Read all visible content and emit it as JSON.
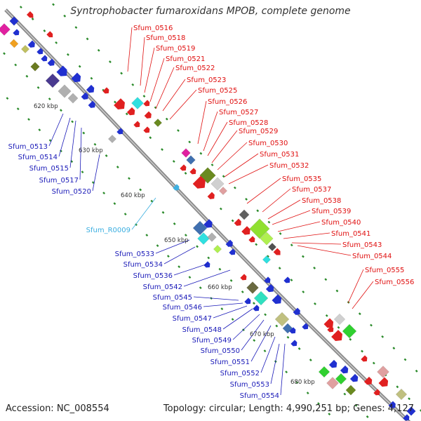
{
  "title": "Syntrophobacter fumaroxidans MPOB, complete genome",
  "accession": "Accession: NC_008554",
  "summary": "Topology: circular; Length: 4,990,251 bp; Genes: 4,127",
  "colors": {
    "backbone": "#8a8a8a",
    "label_red": "#e01010",
    "label_blue": "#1a1ab8",
    "label_cyan": "#3aaee0",
    "tick": "#2a8a2a"
  },
  "kbp_ticks": [
    "620 kbp",
    "630 kbp",
    "640 kbp",
    "650 kbp",
    "660 kbp",
    "670 kbp",
    "680 kbp"
  ],
  "red_labels": [
    "Sfum_0516",
    "Sfum_0518",
    "Sfum_0519",
    "Sfum_0521",
    "Sfum_0522",
    "Sfum_0523",
    "Sfum_0525",
    "Sfum_0526",
    "Sfum_0527",
    "Sfum_0528",
    "Sfum_0529",
    "Sfum_0530",
    "Sfum_0531",
    "Sfum_0532",
    "Sfum_0535",
    "Sfum_0537",
    "Sfum_0538",
    "Sfum_0539",
    "Sfum_0540",
    "Sfum_0541",
    "Sfum_0543",
    "Sfum_0544",
    "Sfum_0555",
    "Sfum_0556"
  ],
  "blue_labels_left": [
    "Sfum_0513",
    "Sfum_0514",
    "Sfum_0515",
    "Sfum_0517",
    "Sfum_0520"
  ],
  "cyan_label": "Sfum_R0009",
  "blue_labels_lower": [
    "Sfum_0533",
    "Sfum_0534",
    "Sfum_0536",
    "Sfum_0542",
    "Sfum_0545",
    "Sfum_0546",
    "Sfum_0547",
    "Sfum_0548",
    "Sfum_0549",
    "Sfum_0550",
    "Sfum_0551",
    "Sfum_0552",
    "Sfum_0553",
    "Sfum_0554"
  ]
}
